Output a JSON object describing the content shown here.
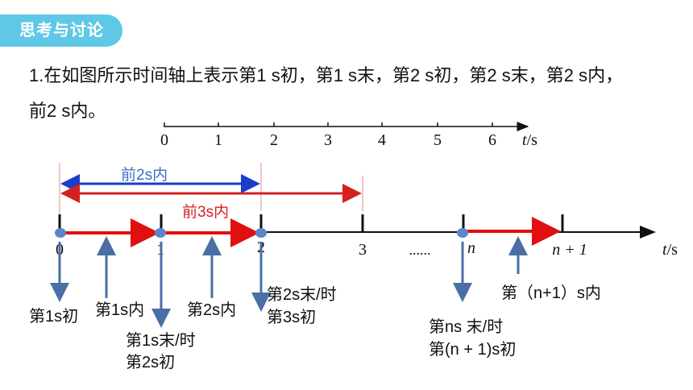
{
  "header": {
    "badge": "思考与讨论"
  },
  "question": {
    "line1": "1.在如图所示时间轴上表示第1 s初，第1 s末，第2 s初，第2 s末，第2 s内，",
    "line2": "前2 s内。"
  },
  "top_axis": {
    "ticks": [
      "0",
      "1",
      "2",
      "3",
      "4",
      "5",
      "6"
    ],
    "unit_var": "t",
    "unit_suffix": "/s"
  },
  "ranges": {
    "first_2s": {
      "label": "前2s内",
      "color": "#3b6fc4"
    },
    "first_3s": {
      "label": "前3s内",
      "color": "#d42020"
    }
  },
  "bottom_axis": {
    "ticks": [
      "0",
      "1",
      "2",
      "3"
    ],
    "ellipsis": "......",
    "n_label": "n",
    "n_plus_1": "n + 1",
    "unit_var": "t",
    "unit_suffix": "/s"
  },
  "annotations": {
    "start_1s": "第1s初",
    "during_1s": "第1s内",
    "end_1s_a": "第1s末/时",
    "end_1s_b": "第2s初",
    "during_2s": "第2s内",
    "end_2s_a": "第2s末/时",
    "end_2s_b": "第3s初",
    "end_ns_a": "第ns 末/时",
    "end_ns_b": "第(n + 1)s初",
    "during_n1": "第（n+1）s内"
  },
  "colors": {
    "badge": "#5ec8e6",
    "arrow_blue": "#4a6fa5",
    "red": "#e01010",
    "point": "#5b86c9"
  }
}
